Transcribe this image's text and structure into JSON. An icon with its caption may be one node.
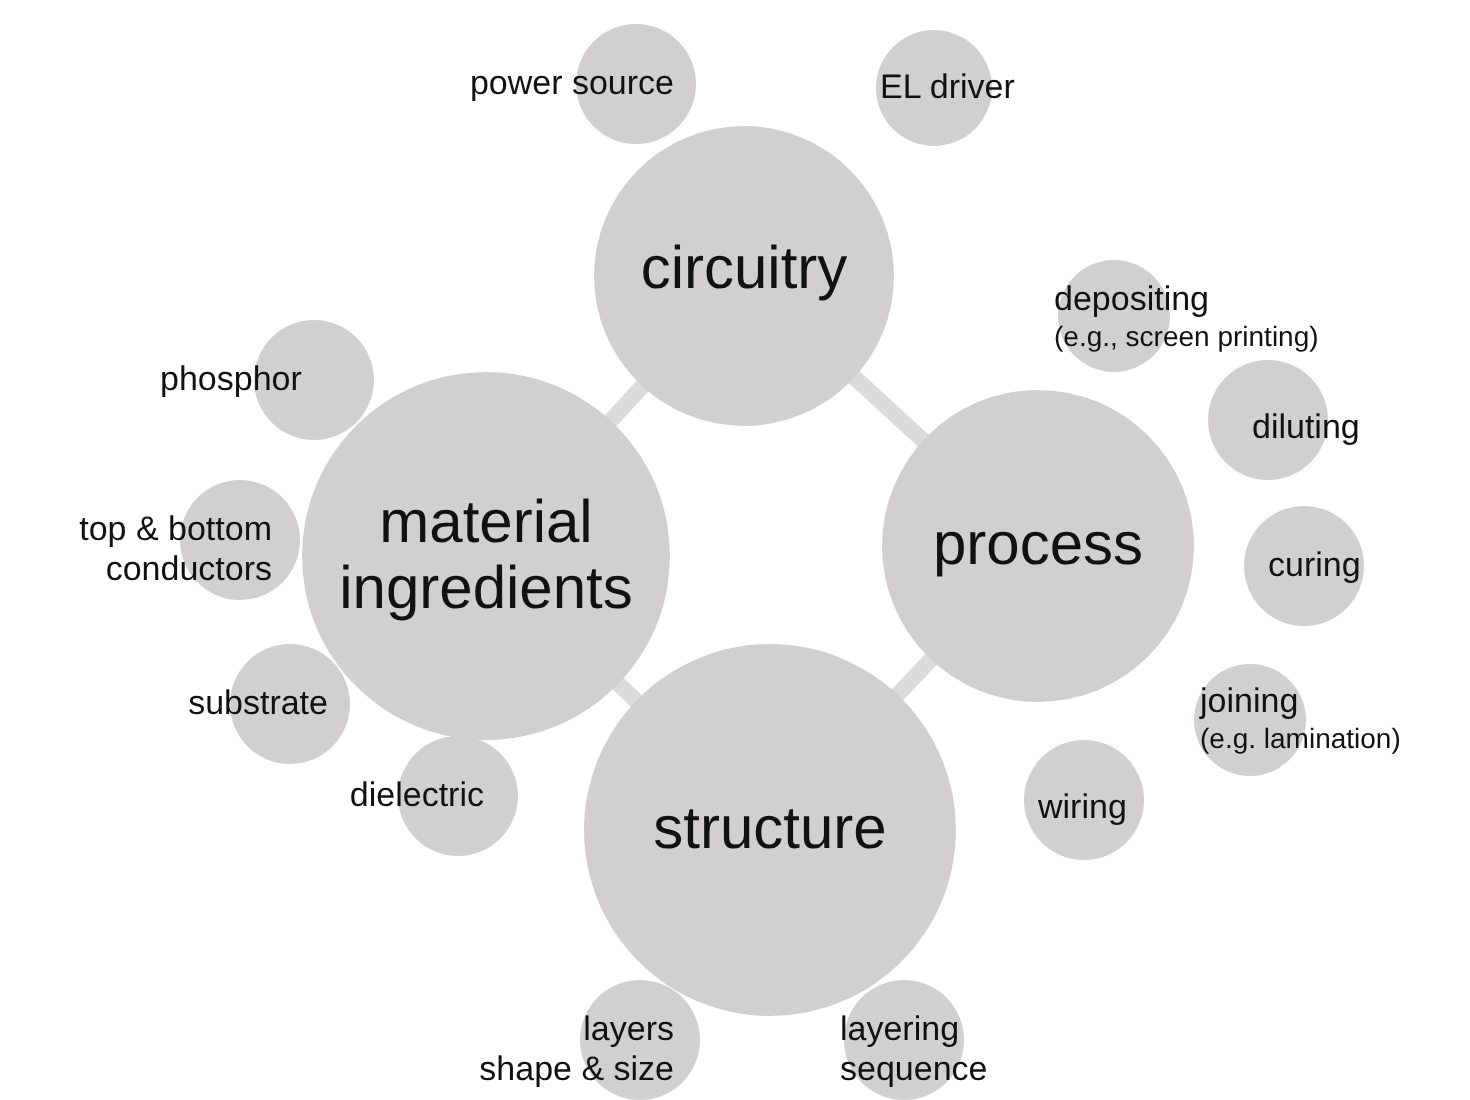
{
  "diagram": {
    "nodes": [
      {
        "text": [
          "power source"
        ]
      },
      {
        "text": [
          "EL driver"
        ]
      },
      {
        "text": [
          "circuitry"
        ]
      },
      {
        "text": [
          "phosphor"
        ]
      },
      {
        "text": [
          "top & bottom conductors"
        ]
      },
      {
        "text": [
          "substrate"
        ]
      },
      {
        "text": [
          "dielectric"
        ]
      },
      {
        "text": [
          "material ingredients"
        ]
      },
      {
        "text": [
          "depositing",
          "(e.g., screen printing)"
        ]
      },
      {
        "text": [
          "diluting"
        ]
      },
      {
        "text": [
          "curing"
        ]
      },
      {
        "text": [
          "joining",
          "(e.g. lamination)"
        ]
      },
      {
        "text": [
          "wiring"
        ]
      },
      {
        "text": [
          "process"
        ]
      },
      {
        "text": [
          "structure"
        ]
      },
      {
        "text": [
          "layers",
          "shape & size"
        ]
      },
      {
        "text": [
          "layering sequence"
        ]
      }
    ],
    "edges": [
      {
        "from": 2,
        "to": 7,
        "arrow": "none"
      },
      {
        "from": 2,
        "to": 13,
        "arrow": "none"
      },
      {
        "from": 7,
        "to": 14,
        "arrow": "none"
      },
      {
        "from": 13,
        "to": 14,
        "arrow": "none"
      }
    ]
  }
}
